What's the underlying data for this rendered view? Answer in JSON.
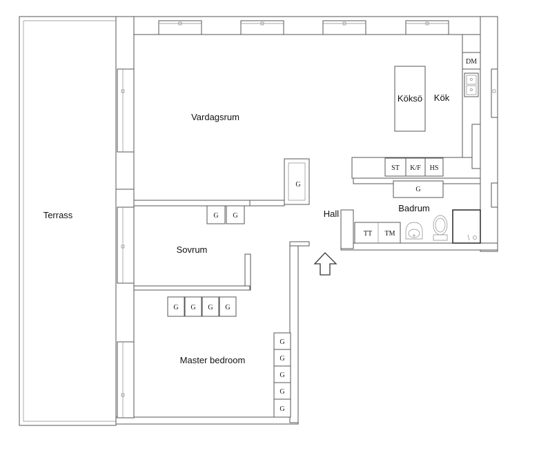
{
  "rooms": {
    "terrace": "Terrass",
    "living": "Vardagsrum",
    "kitchen": "Kök",
    "island": "Köksö",
    "bedroom": "Sovrum",
    "master": "Master bedroom",
    "hall": "Hall",
    "bathroom": "Badrum"
  },
  "fixtures": {
    "dishwasher": "DM",
    "stove": "ST",
    "fridge_freezer": "K/F",
    "tall_cabinet": "HS",
    "wardrobe": "G",
    "dryer": "TT",
    "washer": "TM"
  },
  "icons": {
    "entrance": "entrance-arrow-icon",
    "sink": "sink-icon",
    "toilet": "toilet-icon",
    "basin": "washbasin-icon",
    "shower": "shower-icon"
  }
}
